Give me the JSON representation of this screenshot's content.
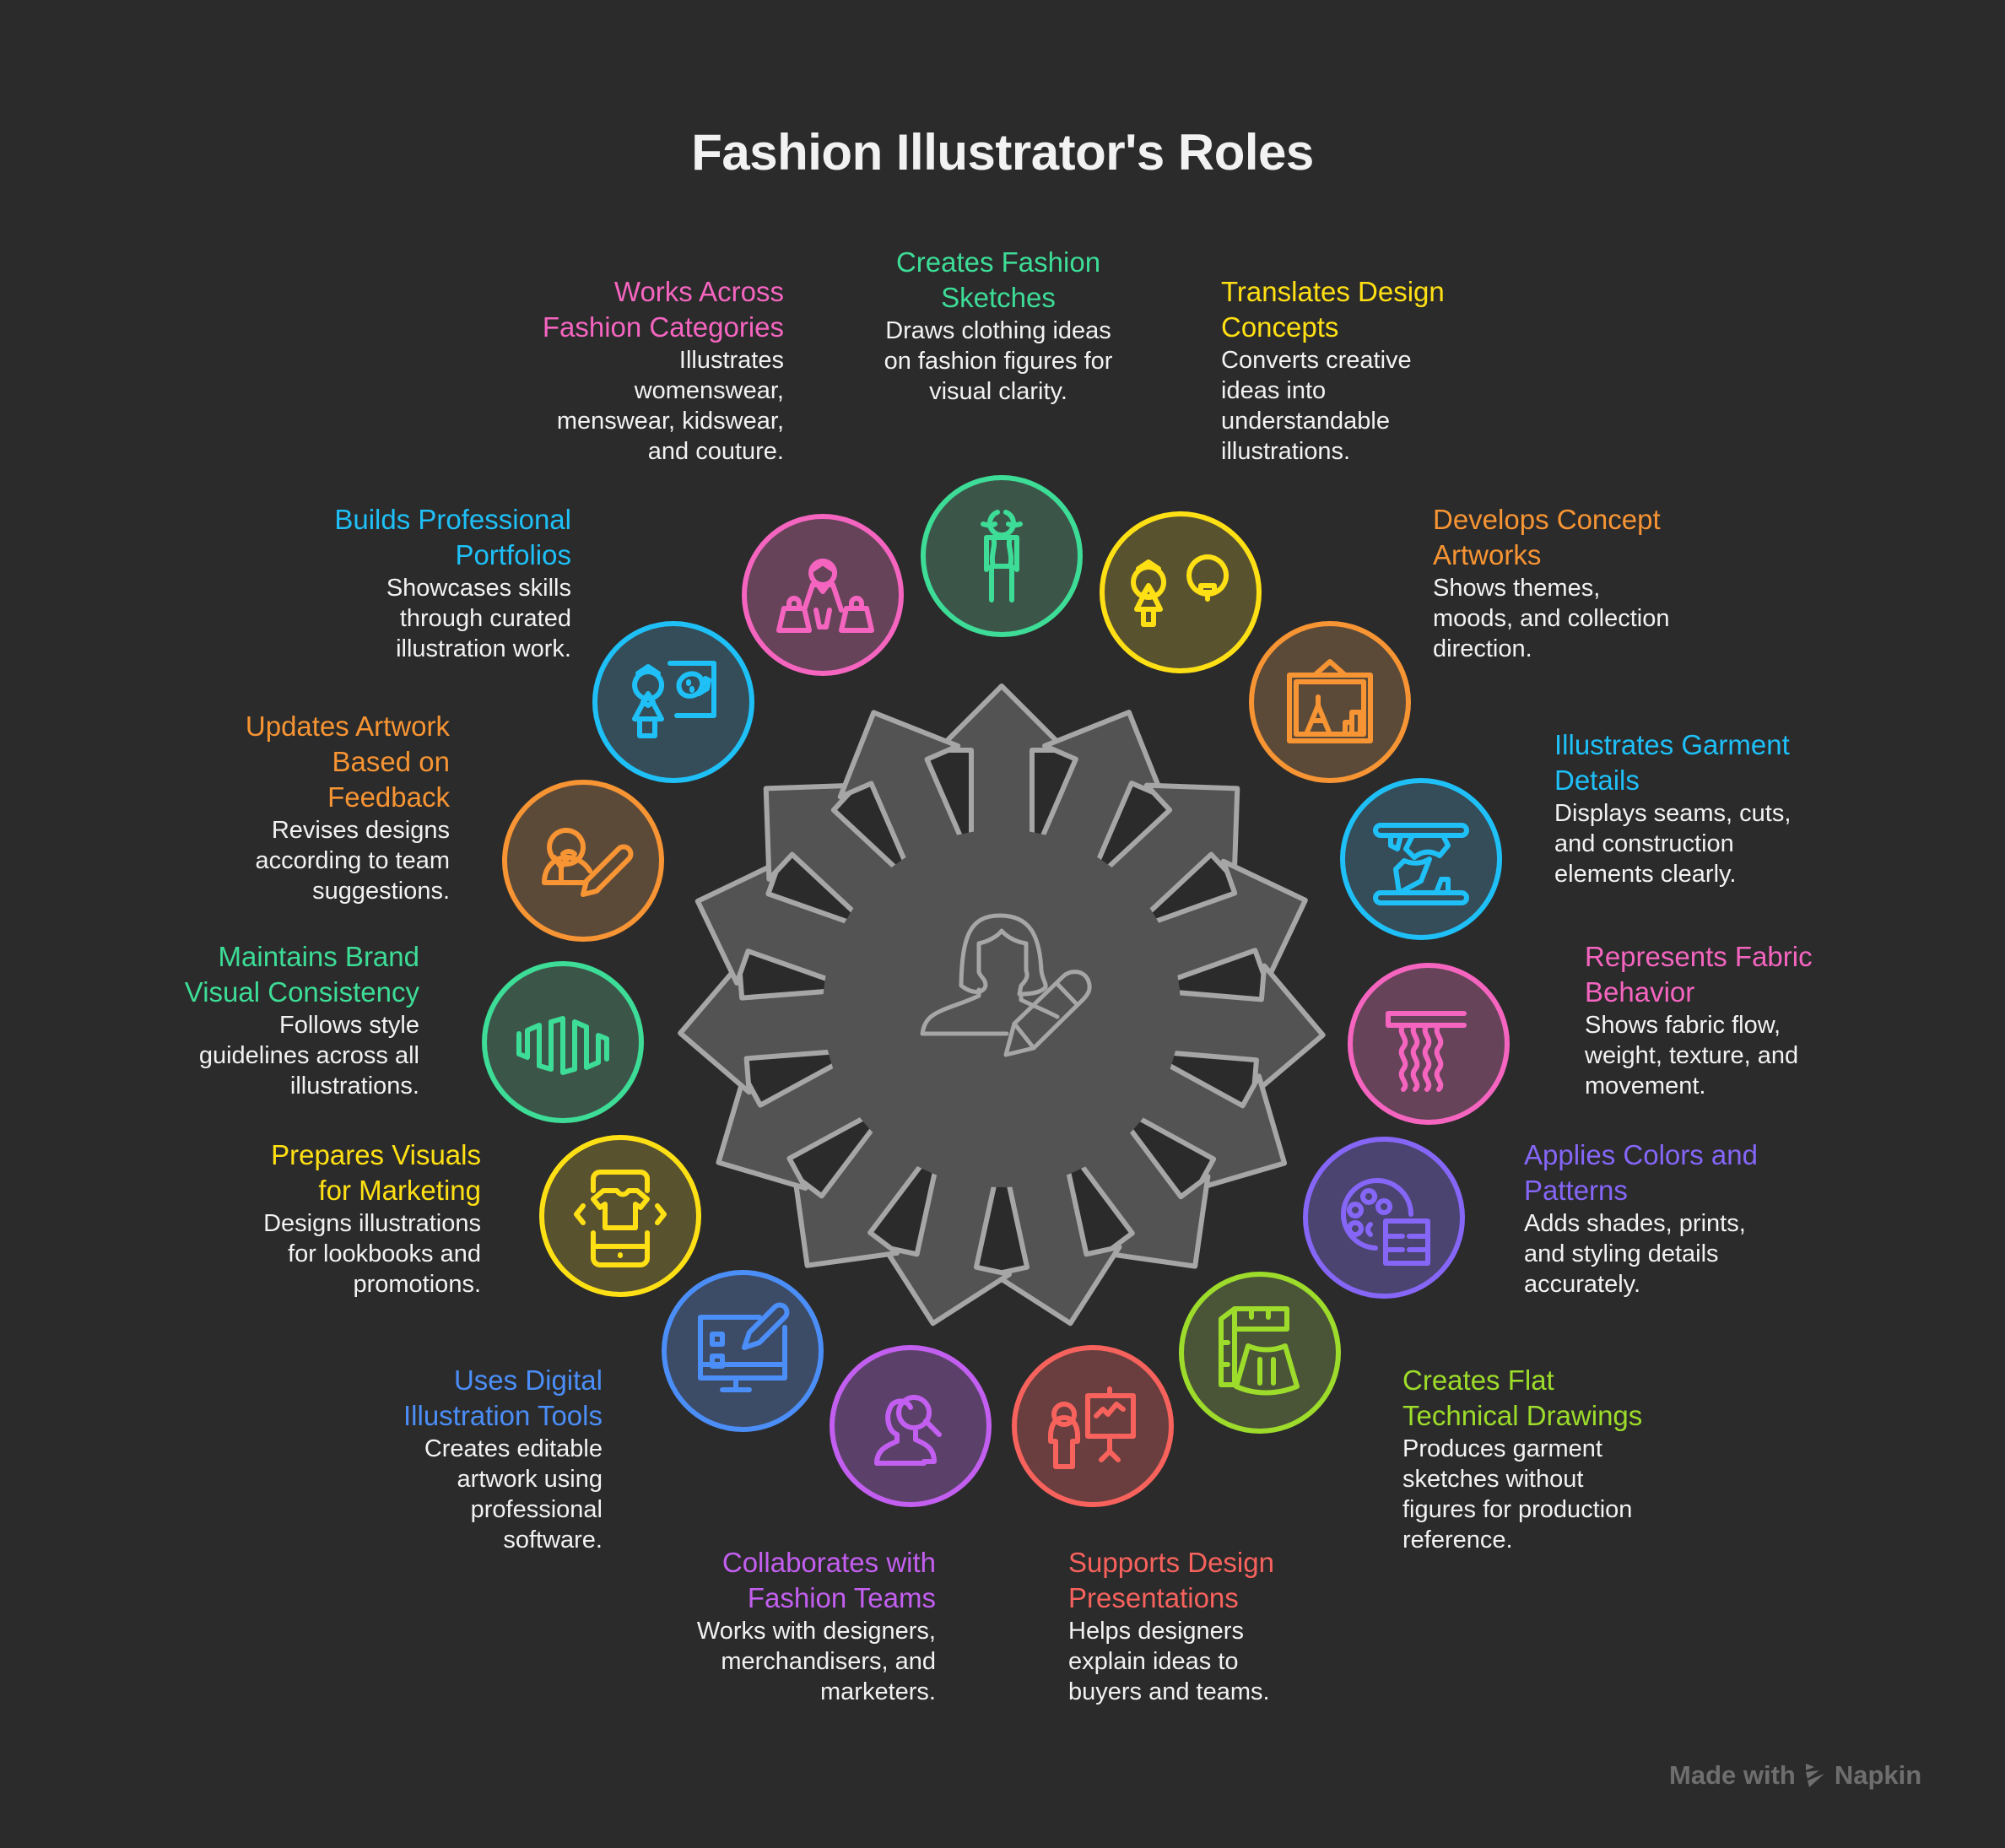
{
  "title": "Fashion Illustrator's Roles",
  "hub": {
    "icon": "woman-with-pencil-icon",
    "fill": "#535353",
    "stroke": "#a6a6a6"
  },
  "colors": {
    "background": "#2b2b2b",
    "body_text": "#f2f2f2",
    "footer_text": "#6e6e6e"
  },
  "roles": [
    {
      "id": "creates-fashion-sketches",
      "heading": "Creates Fashion Sketches",
      "heading_lines": [
        "Creates Fashion",
        "Sketches"
      ],
      "desc_lines": [
        "Draws clothing ideas",
        "on fashion figures for",
        "visual clarity."
      ],
      "color": "#3ddc97",
      "fill": "#3b5649",
      "icon": "fashion-figure-icon"
    },
    {
      "id": "translates-design-concepts",
      "heading": "Translates Design Concepts",
      "heading_lines": [
        "Translates Design",
        "Concepts"
      ],
      "desc_lines": [
        "Converts creative",
        "ideas into",
        "understandable",
        "illustrations."
      ],
      "color": "#ffe014",
      "fill": "#58522f",
      "icon": "woman-lightbulb-icon"
    },
    {
      "id": "develops-concept-artworks",
      "heading": "Develops Concept Artworks",
      "heading_lines": [
        "Develops Concept",
        "Artworks"
      ],
      "desc_lines": [
        "Shows themes,",
        "moods, and collection",
        "direction."
      ],
      "color": "#f79433",
      "fill": "#5c4a38",
      "icon": "framed-artwork-icon"
    },
    {
      "id": "illustrates-garment-details",
      "heading": "Illustrates Garment Details",
      "heading_lines": [
        "Illustrates Garment",
        "Details"
      ],
      "desc_lines": [
        "Displays seams, cuts,",
        "and construction",
        "elements clearly."
      ],
      "color": "#1ec0f7",
      "fill": "#344d58",
      "icon": "garment-pattern-icon"
    },
    {
      "id": "represents-fabric-behavior",
      "heading": "Represents Fabric Behavior",
      "heading_lines": [
        "Represents Fabric",
        "Behavior"
      ],
      "desc_lines": [
        "Shows fabric flow,",
        "weight, texture, and",
        "movement."
      ],
      "color": "#f565c0",
      "fill": "#67435a",
      "icon": "fabric-drape-icon"
    },
    {
      "id": "applies-colors-and-patterns",
      "heading": "Applies Colors and Patterns",
      "heading_lines": [
        "Applies Colors and",
        "Patterns"
      ],
      "desc_lines": [
        "Adds shades, prints,",
        "and styling details",
        "accurately."
      ],
      "color": "#8566f7",
      "fill": "#4b4470",
      "icon": "palette-swatch-icon"
    },
    {
      "id": "creates-flat-technical-drawings",
      "heading": "Creates Flat Technical Drawings",
      "heading_lines": [
        "Creates Flat",
        "Technical Drawings"
      ],
      "desc_lines": [
        "Produces garment",
        "sketches without",
        "figures for production",
        "reference."
      ],
      "color": "#9ddc2a",
      "fill": "#4a5538",
      "icon": "ruler-skirt-icon"
    },
    {
      "id": "supports-design-presentations",
      "heading": "Supports Design Presentations",
      "heading_lines": [
        "Supports Design",
        "Presentations"
      ],
      "desc_lines": [
        "Helps designers",
        "explain ideas to",
        "buyers and teams."
      ],
      "color": "#f8625d",
      "fill": "#6a3e3e",
      "icon": "presenter-board-icon"
    },
    {
      "id": "collaborates-with-fashion-teams",
      "heading": "Collaborates with Fashion Teams",
      "heading_lines": [
        "Collaborates with",
        "Fashion Teams"
      ],
      "desc_lines": [
        "Works with designers,",
        "merchandisers, and",
        "marketers."
      ],
      "color": "#c35ff0",
      "fill": "#5b4169",
      "icon": "team-search-icon"
    },
    {
      "id": "uses-digital-illustration-tools",
      "heading": "Uses Digital Illustration Tools",
      "heading_lines": [
        "Uses Digital",
        "Illustration Tools"
      ],
      "desc_lines": [
        "Creates editable",
        "artwork using",
        "professional",
        "software."
      ],
      "color": "#4b8ef7",
      "fill": "#3c4b66",
      "icon": "monitor-pencil-icon"
    },
    {
      "id": "prepares-visuals-for-marketing",
      "heading": "Prepares Visuals for Marketing",
      "heading_lines": [
        "Prepares Visuals",
        "for Marketing"
      ],
      "desc_lines": [
        "Designs illustrations",
        "for lookbooks and",
        "promotions."
      ],
      "color": "#ffe014",
      "fill": "#58522f",
      "icon": "phone-shirt-icon"
    },
    {
      "id": "maintains-brand-visual-consistency",
      "heading": "Maintains Brand Visual Consistency",
      "heading_lines": [
        "Maintains Brand",
        "Visual Consistency"
      ],
      "desc_lines": [
        "Follows style",
        "guidelines across all",
        "illustrations."
      ],
      "color": "#3ddc97",
      "fill": "#3b5649",
      "icon": "wave-pattern-icon"
    },
    {
      "id": "updates-artwork-based-on-feedback",
      "heading": "Updates Artwork Based on Feedback",
      "heading_lines": [
        "Updates Artwork",
        "Based on",
        "Feedback"
      ],
      "desc_lines": [
        "Revises designs",
        "according to team",
        "suggestions."
      ],
      "color": "#f79433",
      "fill": "#5c4a38",
      "icon": "user-edit-icon"
    },
    {
      "id": "builds-professional-portfolios",
      "heading": "Builds Professional Portfolios",
      "heading_lines": [
        "Builds Professional",
        "Portfolios"
      ],
      "desc_lines": [
        "Showcases skills",
        "through curated",
        "illustration work."
      ],
      "color": "#1ec0f7",
      "fill": "#344d58",
      "icon": "artist-easel-icon"
    },
    {
      "id": "works-across-fashion-categories",
      "heading": "Works Across Fashion Categories",
      "heading_lines": [
        "Works Across",
        "Fashion Categories"
      ],
      "desc_lines": [
        "Illustrates",
        "womenswear,",
        "menswear, kidswear,",
        "and couture."
      ],
      "color": "#f565c0",
      "fill": "#67435a",
      "icon": "shopper-bags-icon"
    }
  ],
  "footer": {
    "prefix": "Made with",
    "brand": "Napkin",
    "icon": "napkin-logo-icon"
  }
}
